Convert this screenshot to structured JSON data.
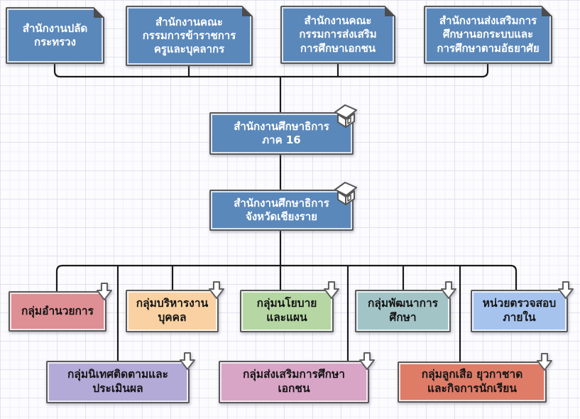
{
  "diagram_type": "organization-chart",
  "palette": {
    "office_blue": "#5B88BB",
    "border_gray": "#5A5A5A",
    "connector_black": "#1A1A1A",
    "grid_minor": "#F0F0F7",
    "grid_major": "#E2E2EF"
  },
  "top_offices": [
    {
      "label": "สำนักงานปลัด\nกระทรวง",
      "fill": "#5B88BB",
      "corner": "folded-corner"
    },
    {
      "label": "สำนักงานคณะ\nกรรมการข้าราชการ\nครูและบุคลากร",
      "fill": "#5B88BB",
      "corner": "folded-corner"
    },
    {
      "label": "สำนักงานคณะ\nกรรมการส่งเสริม\nการศึกษาเอกชน",
      "fill": "#5B88BB",
      "corner": "folded-corner"
    },
    {
      "label": "สำนักงานส่งเสริมการ\nศึกษานอกระบบและ\nการศึกษาตามอัธยาศัย",
      "fill": "#5B88BB",
      "corner": "folded-corner"
    }
  ],
  "regional_office": {
    "label": "สำนักงานศึกษาธิการ\nภาค 16",
    "fill": "#5B88BB",
    "icon": "house-icon"
  },
  "provincial_office": {
    "label": "สำนักงานศึกษาธิการ\nจังหวัดเชียงราย",
    "fill": "#5B88BB",
    "icon": "house-icon"
  },
  "groups_row1": [
    {
      "label": "กลุ่มอำนวยการ",
      "fill": "#DE8F94",
      "icon": "down-arrow-icon"
    },
    {
      "label": "กลุ่มบริหารงาน\nบุคคล",
      "fill": "#FAD1A2",
      "icon": "down-arrow-icon"
    },
    {
      "label": "กลุ่มนโยบาย\nและแผน",
      "fill": "#B6D7A4",
      "icon": "down-arrow-icon"
    },
    {
      "label": "กลุ่มพัฒนาการ\nศึกษา",
      "fill": "#A3C4C7",
      "icon": "down-arrow-icon"
    },
    {
      "label": "หน่วยตรวจสอบ\nภายใน",
      "fill": "#A6C3EE",
      "icon": "down-arrow-icon"
    }
  ],
  "groups_row2": [
    {
      "label": "กลุ่มนิเทศติดตามและ\nประเมินผล",
      "fill": "#B3AAD8",
      "icon": "down-arrow-icon"
    },
    {
      "label": "กลุ่มส่งเสริมการศึกษา\nเอกชน",
      "fill": "#D8A5C6",
      "icon": "down-arrow-icon"
    },
    {
      "label": "กลุ่มลูกเสือ ยุวกาชาด\nและกิจการนักเรียน",
      "fill": "#DE7C68",
      "icon": "down-arrow-icon"
    }
  ]
}
